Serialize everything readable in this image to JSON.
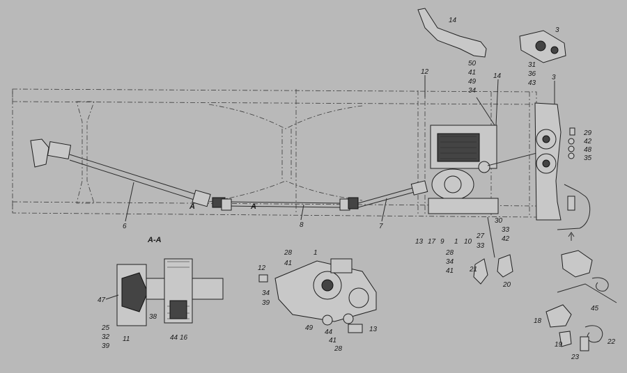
{
  "section_title": "A-A",
  "section_markers": [
    "A",
    "A"
  ],
  "callouts": [
    {
      "id": "c14a",
      "text": "14"
    },
    {
      "id": "c3a",
      "text": "3"
    },
    {
      "id": "c50",
      "text": "50"
    },
    {
      "id": "c41a",
      "text": "41"
    },
    {
      "id": "c49a",
      "text": "49"
    },
    {
      "id": "c34a",
      "text": "34"
    },
    {
      "id": "c12a",
      "text": "12"
    },
    {
      "id": "c14b",
      "text": "14"
    },
    {
      "id": "c31",
      "text": "31"
    },
    {
      "id": "c36",
      "text": "36"
    },
    {
      "id": "c43",
      "text": "43"
    },
    {
      "id": "c3b",
      "text": "3"
    },
    {
      "id": "c29",
      "text": "29"
    },
    {
      "id": "c42a",
      "text": "42"
    },
    {
      "id": "c48",
      "text": "48"
    },
    {
      "id": "c35",
      "text": "35"
    },
    {
      "id": "c6",
      "text": "6"
    },
    {
      "id": "c8",
      "text": "8"
    },
    {
      "id": "c7",
      "text": "7"
    },
    {
      "id": "c13a",
      "text": "13"
    },
    {
      "id": "c17",
      "text": "17"
    },
    {
      "id": "c9",
      "text": "9"
    },
    {
      "id": "c1a",
      "text": "1"
    },
    {
      "id": "c10",
      "text": "10"
    },
    {
      "id": "c27",
      "text": "27"
    },
    {
      "id": "c30",
      "text": "30"
    },
    {
      "id": "c33a",
      "text": "33"
    },
    {
      "id": "c42b",
      "text": "42"
    },
    {
      "id": "c28a",
      "text": "28"
    },
    {
      "id": "c34b",
      "text": "34"
    },
    {
      "id": "c41b",
      "text": "41"
    },
    {
      "id": "c33b",
      "text": "33"
    },
    {
      "id": "c21",
      "text": "21"
    },
    {
      "id": "c20",
      "text": "20"
    },
    {
      "id": "c47",
      "text": "47"
    },
    {
      "id": "c25",
      "text": "25"
    },
    {
      "id": "c32",
      "text": "32"
    },
    {
      "id": "c39a",
      "text": "39"
    },
    {
      "id": "c11",
      "text": "11"
    },
    {
      "id": "c38",
      "text": "38"
    },
    {
      "id": "c44a",
      "text": "44"
    },
    {
      "id": "c16",
      "text": "16"
    },
    {
      "id": "c28b",
      "text": "28"
    },
    {
      "id": "c41c",
      "text": "41"
    },
    {
      "id": "c1b",
      "text": "1"
    },
    {
      "id": "c12b",
      "text": "12"
    },
    {
      "id": "c34c",
      "text": "34"
    },
    {
      "id": "c39b",
      "text": "39"
    },
    {
      "id": "c49b",
      "text": "49"
    },
    {
      "id": "c13b",
      "text": "13"
    },
    {
      "id": "c44b",
      "text": "44"
    },
    {
      "id": "c41d",
      "text": "41"
    },
    {
      "id": "c28c",
      "text": "28"
    },
    {
      "id": "c45",
      "text": "45"
    },
    {
      "id": "c18",
      "text": "18"
    },
    {
      "id": "c19",
      "text": "19"
    },
    {
      "id": "c22",
      "text": "22"
    },
    {
      "id": "c23",
      "text": "23"
    }
  ],
  "colors": {
    "background": "#b9b9b9",
    "ink": "#1a1a1a"
  }
}
